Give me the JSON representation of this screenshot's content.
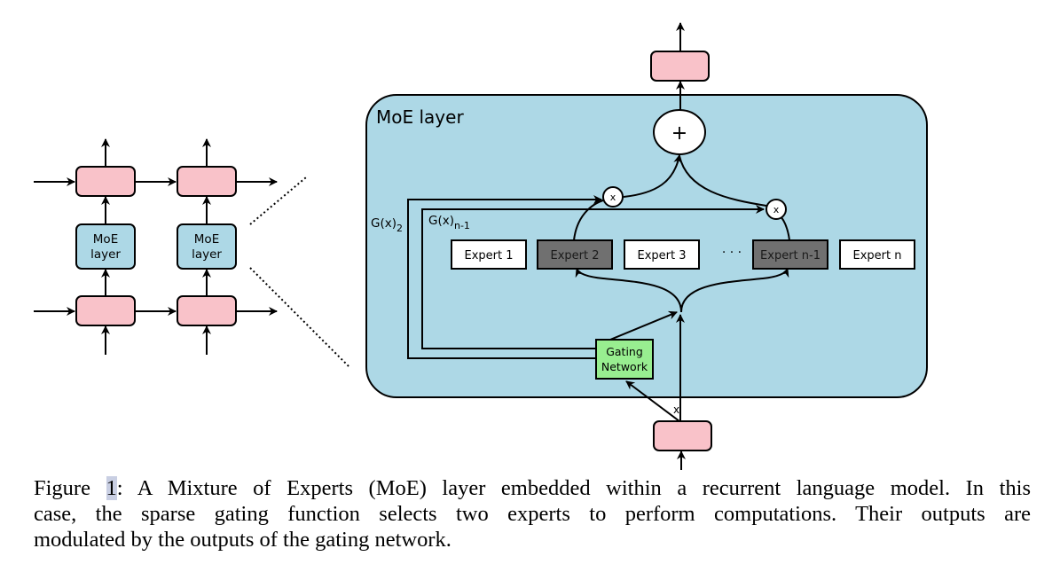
{
  "diagram": {
    "left_panel": {
      "moe_label_line1": "MoE",
      "moe_label_line2": "layer"
    },
    "moe_panel": {
      "title": "MoE layer",
      "sum_symbol": "+",
      "multiply_symbol": "x",
      "gate_label_2": "G(x)",
      "gate_label_2_sub": "2",
      "gate_label_n1": "G(x)",
      "gate_label_n1_sub": "n-1",
      "ellipsis": "· · ·",
      "input_label": "x",
      "gating_network_line1": "Gating",
      "gating_network_line2": "Network",
      "experts": [
        {
          "label": "Expert 1",
          "selected": false
        },
        {
          "label": "Expert 2",
          "selected": true
        },
        {
          "label": "Expert 3",
          "selected": false
        },
        {
          "label": "Expert n-1",
          "selected": true
        },
        {
          "label": "Expert n",
          "selected": false
        }
      ]
    },
    "colors": {
      "rnn_cell": "#f9c2c9",
      "moe_background": "#add8e6",
      "gating_network": "#98ee90",
      "expert_selected": "#707070",
      "expert_unselected": "#ffffff"
    }
  },
  "caption": {
    "prefix": "Figure ",
    "figure_number": "1",
    "line1_rest": ": A Mixture of Experts (MoE) layer embedded within a recurrent language model. In this",
    "line2": "case, the sparse gating function selects two experts to perform computations. Their outputs are",
    "line3": "modulated by the outputs of the gating network."
  }
}
